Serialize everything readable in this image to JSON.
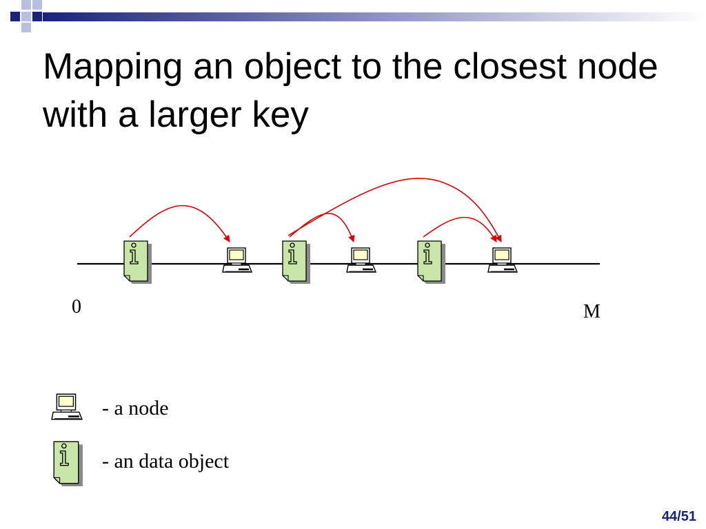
{
  "slide": {
    "title": "Mapping an object to the closest node with a larger key",
    "page_number": "44/51"
  },
  "diagram": {
    "axis": {
      "start_label": "0",
      "end_label": "M"
    },
    "sequence": [
      "object",
      "node",
      "object",
      "node",
      "object",
      "node"
    ],
    "mappings": [
      {
        "from": 1,
        "to": 2
      },
      {
        "from": 3,
        "to": 4
      },
      {
        "from": 3,
        "to": 6
      },
      {
        "from": 5,
        "to": 6
      }
    ],
    "legend": [
      {
        "symbol": "computer-icon",
        "label": "- a node"
      },
      {
        "symbol": "document-icon",
        "label": "- an data object"
      }
    ]
  },
  "colors": {
    "accent": "#1a237e",
    "arrow": "#dd0000",
    "document_fill": "#c8e6a8",
    "screen_fill": "#ffffcc"
  }
}
